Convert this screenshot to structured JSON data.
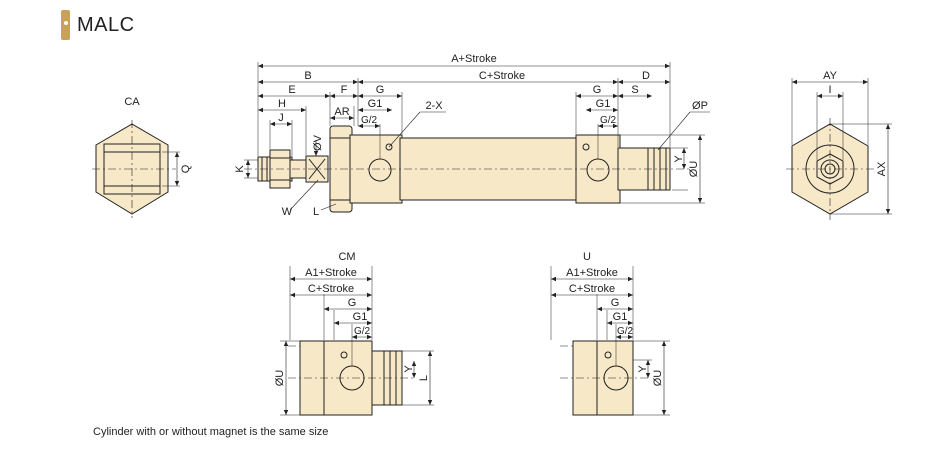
{
  "title": "MALC",
  "footnote": "Cylinder with or without magnet is the same size",
  "colors": {
    "badge": "#c9a25a",
    "body_fill": "#f7e8c8",
    "line": "#222222"
  },
  "views": {
    "ca": "CA",
    "cm": "CM",
    "u": "U"
  },
  "dims": {
    "a_stroke": "A+Stroke",
    "b": "B",
    "c_stroke": "C+Stroke",
    "e": "E",
    "f": "F",
    "g": "G",
    "d": "D",
    "h": "H",
    "ar": "AR",
    "g1": "G1",
    "x2": "2-X",
    "s": "S",
    "phi_p": "ØP",
    "j": "J",
    "g2": "G/2",
    "phi_v": "ØV",
    "k": "K",
    "w": "W",
    "l": "L",
    "y": "Y",
    "phi_u": "ØU",
    "q": "Q",
    "ay": "AY",
    "i": "I",
    "ax": "AX",
    "a1_stroke": "A1+Stroke"
  }
}
